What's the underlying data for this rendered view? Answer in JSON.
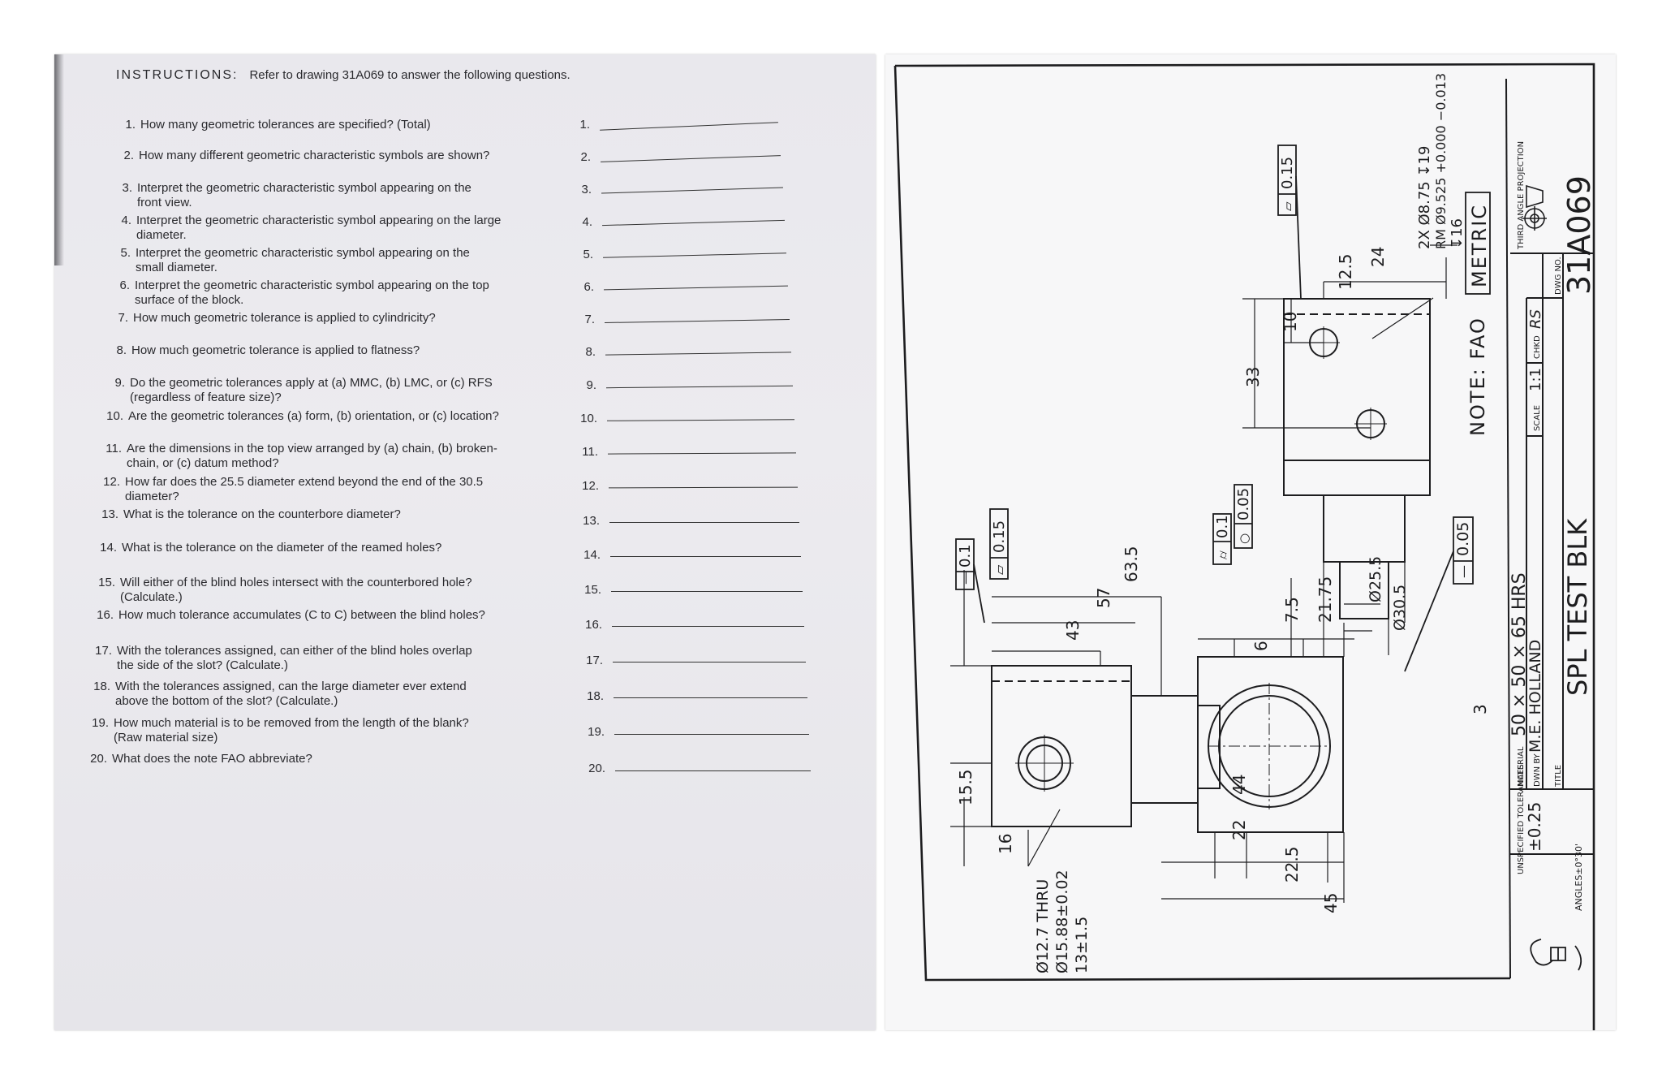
{
  "instructions": {
    "label": "INSTRUCTIONS:",
    "text": "Refer to drawing 31A069 to answer the following questions."
  },
  "questions": [
    {
      "num": "1.",
      "text": "How many geometric tolerances are specified? (Total)"
    },
    {
      "num": "2.",
      "text": "How many different geometric characteristic symbols are shown?"
    },
    {
      "num": "3.",
      "text": "Interpret the geometric characteristic symbol appearing on the\nfront view."
    },
    {
      "num": "4.",
      "text": "Interpret the geometric characteristic symbol appearing on the large\ndiameter."
    },
    {
      "num": "5.",
      "text": "Interpret the geometric characteristic symbol appearing on the\nsmall diameter."
    },
    {
      "num": "6.",
      "text": "Interpret the geometric characteristic symbol appearing on the top\nsurface of the block."
    },
    {
      "num": "7.",
      "text": "How much geometric tolerance is applied to cylindricity?"
    },
    {
      "num": "8.",
      "text": "How much geometric tolerance is applied to flatness?"
    },
    {
      "num": "9.",
      "text": "Do the geometric tolerances apply at (a) MMC, (b) LMC, or (c) RFS\n(regardless of feature size)?"
    },
    {
      "num": "10.",
      "text": "Are the geometric tolerances (a) form, (b) orientation, or (c) location?"
    },
    {
      "num": "11.",
      "text": "Are the dimensions in the top view arranged by (a) chain, (b) broken-\nchain, or (c) datum method?"
    },
    {
      "num": "12.",
      "text": "How far does the 25.5 diameter extend beyond the end of the 30.5\ndiameter?"
    },
    {
      "num": "13.",
      "text": "What is the tolerance on the counterbore diameter?"
    },
    {
      "num": "14.",
      "text": "What is the tolerance on the diameter of the reamed holes?"
    },
    {
      "num": "15.",
      "text": "Will either of the blind holes intersect with the counterbored hole?\n(Calculate.)"
    },
    {
      "num": "16.",
      "text": "How much tolerance accumulates (C to C) between the blind holes?"
    },
    {
      "num": "17.",
      "text": "With the tolerances assigned, can either of the blind holes overlap\nthe side of the slot? (Calculate.)"
    },
    {
      "num": "18.",
      "text": "With the tolerances assigned, can the large diameter ever extend\nabove the bottom of the slot? (Calculate.)"
    },
    {
      "num": "19.",
      "text": "How much material is to be removed from the length of the blank?\n(Raw material size)"
    },
    {
      "num": "20.",
      "text": "What does the note FAO abbreviate?"
    }
  ],
  "answers": [
    "1.",
    "2.",
    "3.",
    "4.",
    "5.",
    "6.",
    "7.",
    "8.",
    "9.",
    "10.",
    "11.",
    "12.",
    "13.",
    "14.",
    "15.",
    "16.",
    "17.",
    "18.",
    "19.",
    "20."
  ],
  "drawing": {
    "dims": {
      "d15_5": "15.5",
      "d16": "16",
      "d43": "43",
      "d57": "57",
      "d63_5": "63.5",
      "d44": "44",
      "d22": "22",
      "d22_5": "22.5",
      "d45": "45",
      "d6": "6",
      "d7_5": "7.5",
      "d21_75": "21.75",
      "d3": "3",
      "d33": "33",
      "d10": "10",
      "d12_5": "12.5",
      "d24": "24",
      "dia25_5": "Ø25.5",
      "dia30_5": "Ø30.5"
    },
    "fcf": {
      "straightness": "0.1",
      "flatness_front": "0.15",
      "cylindricity": "0.1",
      "circularity": "0.05",
      "straight_bottom": "0.05",
      "flatness_top": "0.15"
    },
    "hole_callout": [
      "Ø12.7 THRU",
      "Ø15.88±0.02",
      "13±1.5"
    ],
    "reamed_callout": [
      "2X Ø8.75 ↧19",
      "RM Ø9.525 +0.000 −0.013",
      "↧16"
    ],
    "note": "NOTE: FAO",
    "metric": "METRIC",
    "title_block": {
      "unspecified_label": "UNSPECIFIED TOLERANCES",
      "tolerance": "±0.25",
      "angles": "ANGLES±0°30'",
      "material_label": "MATERIAL",
      "material": "50 × 50 × 65 HRS",
      "drawn_label": "DWN BY",
      "drawn": "M.E. HOLLAND",
      "scale_label": "SCALE",
      "scale": "1:1",
      "checked_label": "CHKD",
      "checked": "RS",
      "title_label": "TITLE",
      "title": "SPL TEST BLK",
      "projection_label": "THIRD ANGLE PROJECTION",
      "dwg_label": "DWG NO.",
      "dwg": "31A069"
    }
  }
}
